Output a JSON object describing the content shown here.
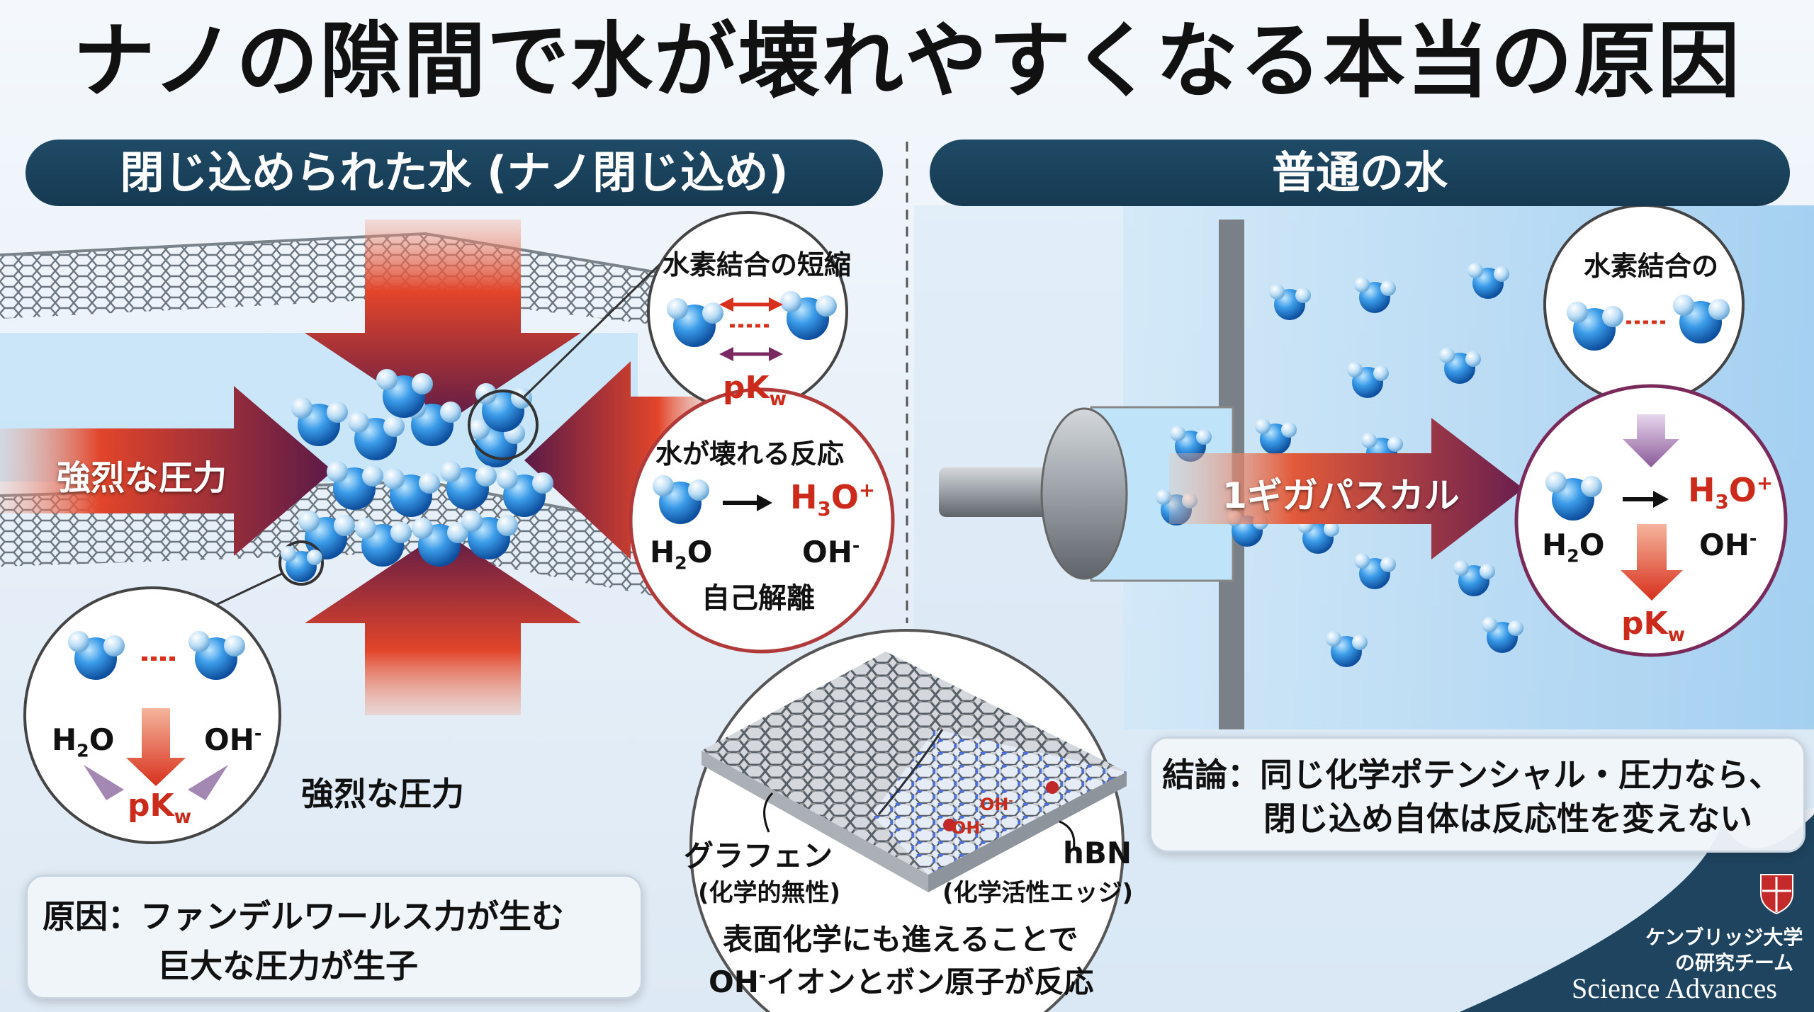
{
  "title": "ナノの隙間で水が壊れやすくなる本当の原因",
  "left_panel": {
    "heading": "閉じ込められた水 (ナノ閉じ込め)",
    "arrow_label": "強烈な圧力",
    "pressure_label": "強烈な圧力",
    "inset_hbond": {
      "title": "水素結合の短縮",
      "pk": "pK",
      "pk_sub": "w"
    },
    "inset_reaction": {
      "title": "水が壊れる反応",
      "h3o": "H",
      "h3o_sub": "3",
      "h3o_o": "O",
      "h3o_sup": "+",
      "h2o": "H",
      "h2o_sub": "2",
      "h2o_o": "O",
      "oh": "OH",
      "oh_sup": "-",
      "caption": "自己解離"
    },
    "inset_pair": {
      "h2o": "H",
      "h2o_sub": "2",
      "h2o_o": "O",
      "oh": "OH",
      "oh_sup": "-",
      "pk": "pK",
      "pk_sub": "w"
    },
    "cause_box": {
      "line1": "原因：ファンデルワールス力が生む",
      "line2": "巨大な圧力が生子"
    }
  },
  "right_panel": {
    "heading": "普通の水",
    "arrow_label": "1ギガパスカル",
    "inset_hbond": {
      "title": "水素結合の"
    },
    "inset_reaction": {
      "h3o": "H",
      "h3o_sub": "3",
      "h3o_o": "O",
      "h3o_sup": "+",
      "h2o": "H",
      "h2o_sub": "2",
      "h2o_o": "O",
      "oh": "OH",
      "oh_sup": "-",
      "pk": "pK",
      "pk_sub": "w"
    },
    "conclusion": {
      "line1": "結論：同じ化学ポテンシャル・圧力なら、",
      "line2": "閉じ込め自体は反応性を変えない"
    }
  },
  "surface_inset": {
    "graphene_label": "グラフェン",
    "graphene_note": "(化学的無性)",
    "hbn_label": "hBN",
    "hbn_note": "(化学活性エッジ)",
    "oh1": "OH",
    "oh1_sup": "-",
    "oh2": "OH",
    "oh2_sup": "-",
    "caption1": "表面化学にも進えることで",
    "caption2_a": "OH",
    "caption2_sup": "-",
    "caption2_b": "イオンとボン原子が反応"
  },
  "credit": {
    "line1": "ケンブリッジ大学",
    "line2": "の研究チーム",
    "journal": "Science Advances"
  },
  "colors": {
    "banner": "#1f4a66",
    "arrow_red": "#e2452a",
    "arrow_purple": "#6a1f4e",
    "water_blue": "#1f7fd4",
    "accent_red": "#cc2a1a"
  }
}
